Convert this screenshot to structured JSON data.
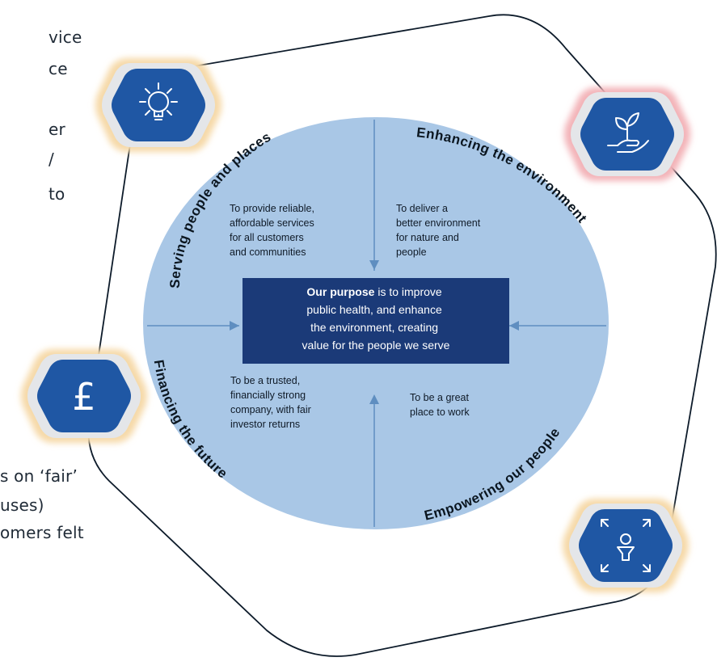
{
  "left_fragments_top": [
    "vice",
    "ce",
    "er",
    "/",
    "to"
  ],
  "left_fragments_bottom": [
    "s on ‘fair’",
    "uses)",
    "omers felt"
  ],
  "arcs": {
    "serving": "Serving people and places",
    "enhancing": "Enhancing the environment",
    "empowering": "Empowering our people",
    "financing": "Financing the future"
  },
  "quadrants": {
    "top_left": [
      "To provide reliable,",
      "affordable services",
      "for all customers",
      "and communities"
    ],
    "top_right": [
      "To deliver a",
      "better environment",
      "for nature and",
      "people"
    ],
    "bottom_left": [
      "To be a trusted,",
      "financially strong",
      "company, with fair",
      "investor returns"
    ],
    "bottom_right": [
      "To be a great",
      "place to work"
    ]
  },
  "purpose": {
    "bold": "Our purpose",
    "line1_rest": " is to improve",
    "line2": "public health, and enhance",
    "line3": "the environment, creating",
    "line4": "value for the people we serve"
  },
  "icons": {
    "top_left": "lightbulb-gear-icon",
    "top_right": "plant-in-hand-icon",
    "left": "pound-sterling-icon",
    "bottom_right": "person-expand-icon"
  },
  "pound_symbol": "£",
  "colors": {
    "hex_blue": "#1f57a4",
    "circle_fill": "#a9c7e6",
    "purpose_box": "#1b3a78",
    "glow_orange": "#f6d9a8",
    "glow_red": "#f3b3b8"
  }
}
